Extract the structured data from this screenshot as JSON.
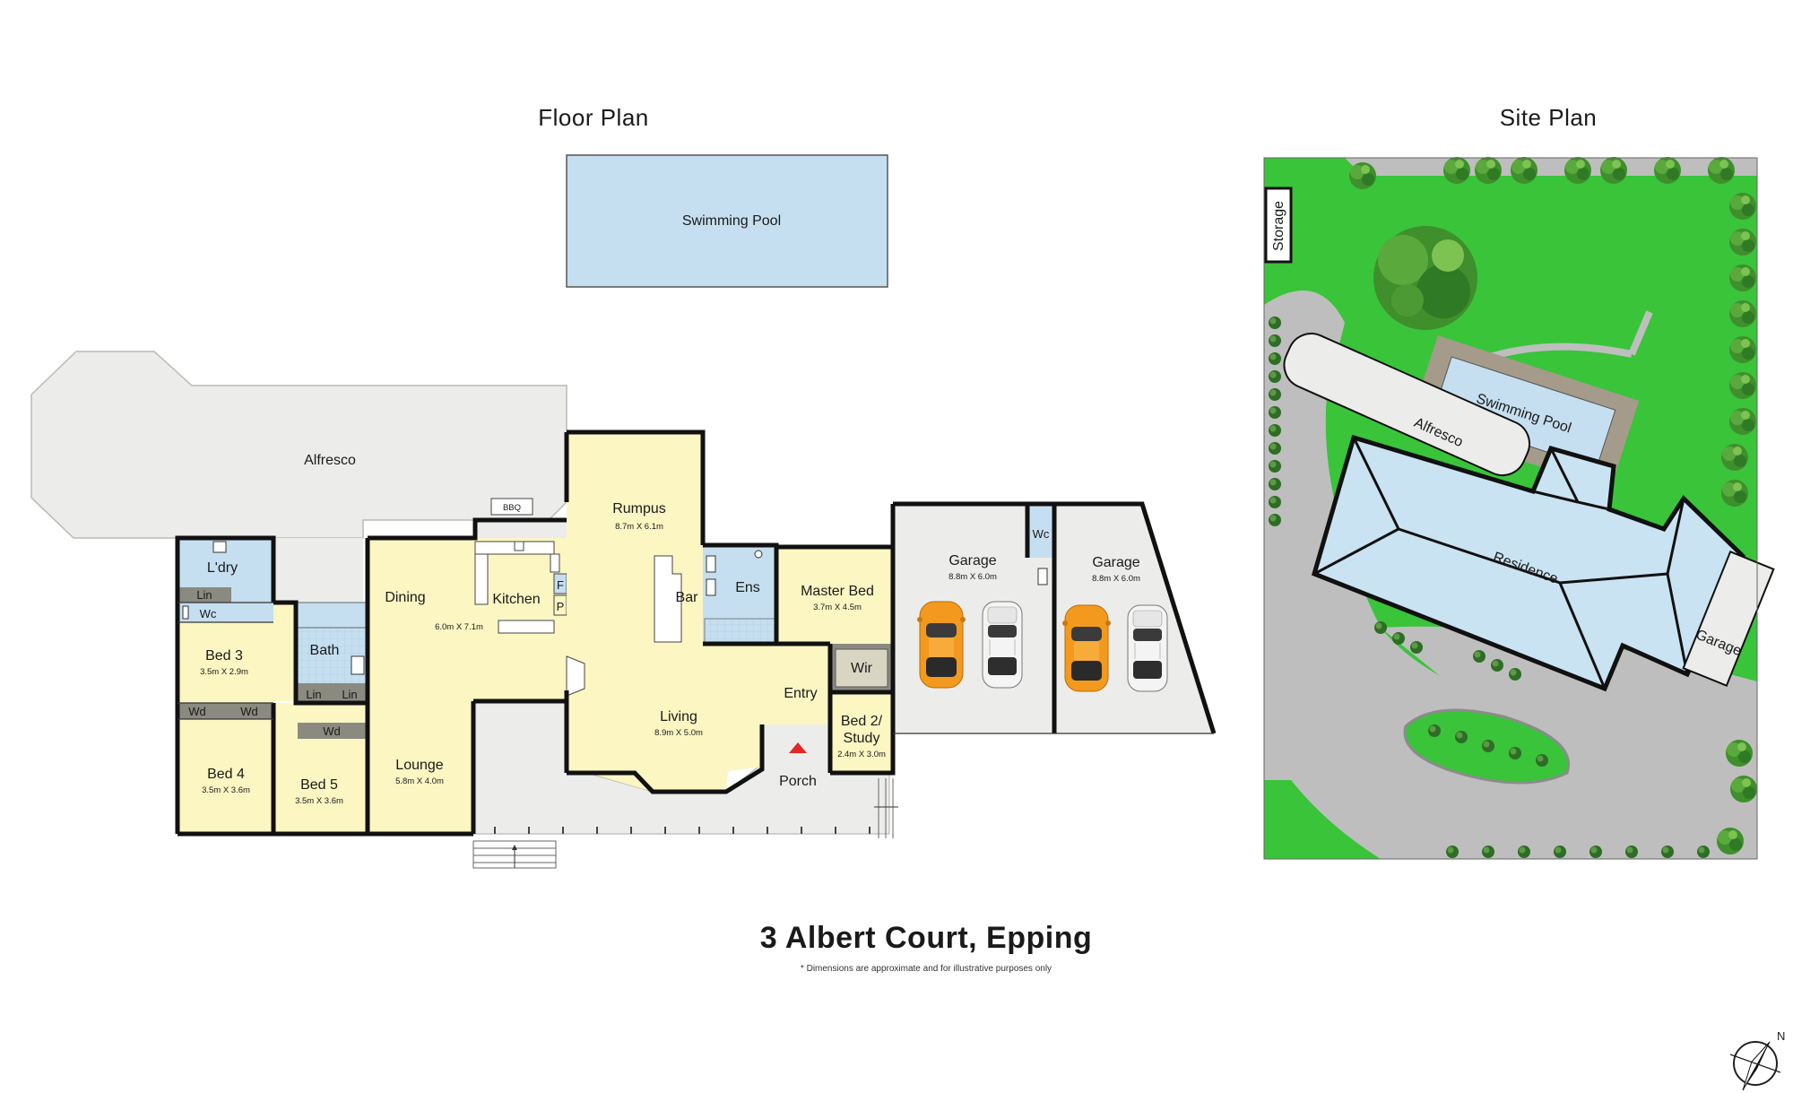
{
  "floor_plan": {
    "title": "Floor Plan",
    "rooms": {
      "swimming_pool": "Swimming Pool",
      "alfresco": "Alfresco",
      "bbq": "BBQ",
      "rumpus": {
        "name": "Rumpus",
        "dims": "8.7m X 6.1m"
      },
      "bar": "Bar",
      "laundry": "L'dry",
      "lin_laundry": "Lin",
      "wc_left": "Wc",
      "bed3": {
        "name": "Bed 3",
        "dims": "3.5m X 2.9m"
      },
      "wd1": "Wd",
      "wd2": "Wd",
      "bath": "Bath",
      "lin_bath_1": "Lin",
      "lin_bath_2": "Lin",
      "wd3": "Wd",
      "bed4": {
        "name": "Bed 4",
        "dims": "3.5m X 3.6m"
      },
      "bed5": {
        "name": "Bed 5",
        "dims": "3.5m X 3.6m"
      },
      "dining": "Dining",
      "kitchen_dining_dims": "6.0m X 7.1m",
      "kitchen": "Kitchen",
      "fridge": "F",
      "pantry": "P",
      "lounge": {
        "name": "Lounge",
        "dims": "5.8m X 4.0m"
      },
      "living": {
        "name": "Living",
        "dims": "8.9m X 5.0m"
      },
      "ens": "Ens",
      "master_bed": {
        "name": "Master Bed",
        "dims": "3.7m X 4.5m"
      },
      "wir": "Wir",
      "entry": "Entry",
      "bed2_study": {
        "name_line1": "Bed 2/",
        "name_line2": "Study",
        "dims": "2.4m X 3.0m"
      },
      "porch": "Porch",
      "garage1": {
        "name": "Garage",
        "dims": "8.8m X 6.0m"
      },
      "wc_garage": "Wc",
      "garage2": {
        "name": "Garage",
        "dims": "8.8m X 6.0m"
      }
    }
  },
  "site_plan": {
    "title": "Site Plan",
    "labels": {
      "storage": "Storage",
      "swimming_pool": "Swimming Pool",
      "alfresco": "Alfresco",
      "residence": "Residence",
      "garage": "Garage"
    }
  },
  "footer": {
    "address": "3 Albert Court, Epping",
    "disclaimer": "* Dimensions are approximate and for illustrative purposes only"
  },
  "compass": {
    "north_label": "N"
  },
  "colors": {
    "room_yellow": "#fbf6c2",
    "wet_blue": "#c5dff0",
    "outdoor_grey": "#ecedea",
    "lawn_green": "#39c43a",
    "drive_grey": "#bebebe",
    "car_orange": "#f39a1e",
    "car_white": "#f2f2f2"
  }
}
